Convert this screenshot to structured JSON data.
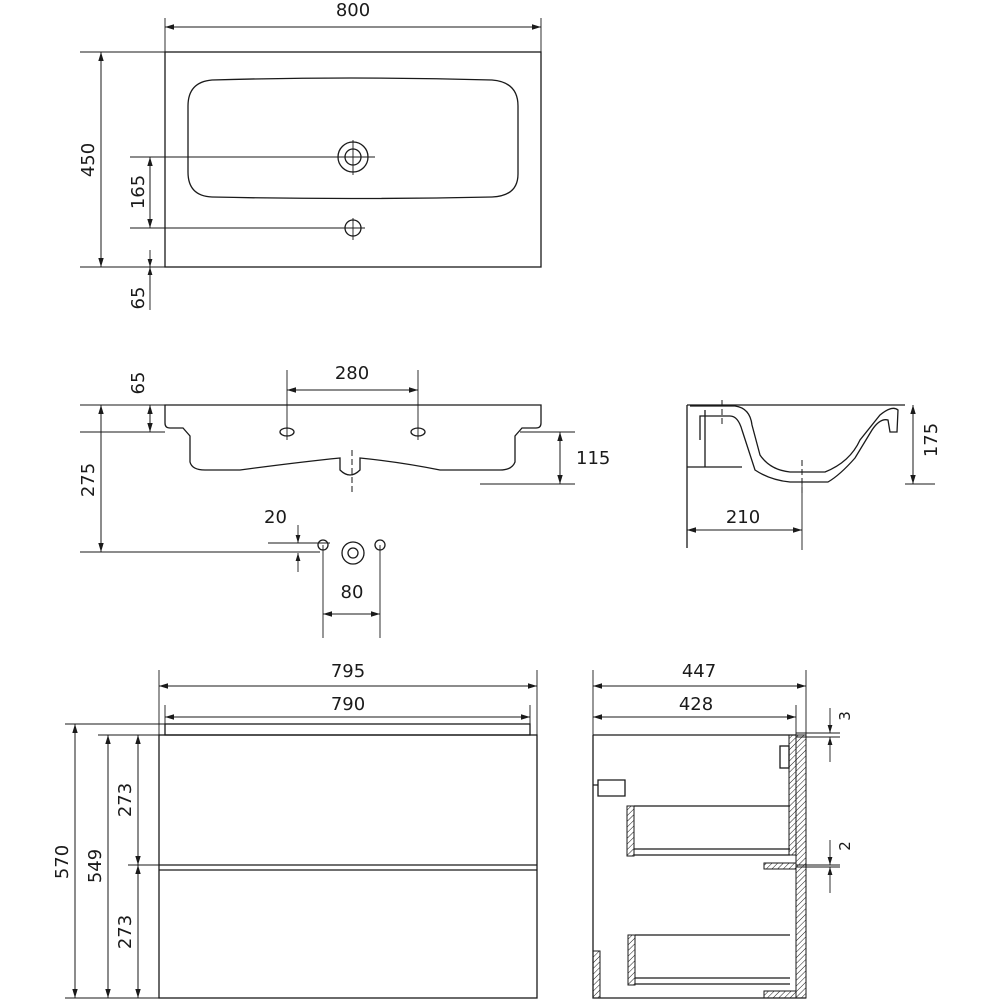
{
  "drawing": {
    "top_view": {
      "width": "800",
      "depth": "450",
      "tap_to_drain": "165",
      "tap_from_back": "65"
    },
    "front_view": {
      "hole_spacing": "280",
      "back_offset": "65",
      "overall_height": "275",
      "bowl_depth": "115",
      "drain_offset": "20",
      "drain_hole_spacing": "80"
    },
    "section_view": {
      "height": "175",
      "drain_position": "210"
    },
    "cabinet_front": {
      "outer_width": "795",
      "inner_width": "790",
      "total_height": "570",
      "body_height": "549",
      "upper_drawer": "273",
      "lower_drawer": "273"
    },
    "cabinet_side": {
      "outer_depth": "447",
      "inner_depth": "428",
      "top_gap": "3",
      "drawer_gap": "2"
    }
  }
}
